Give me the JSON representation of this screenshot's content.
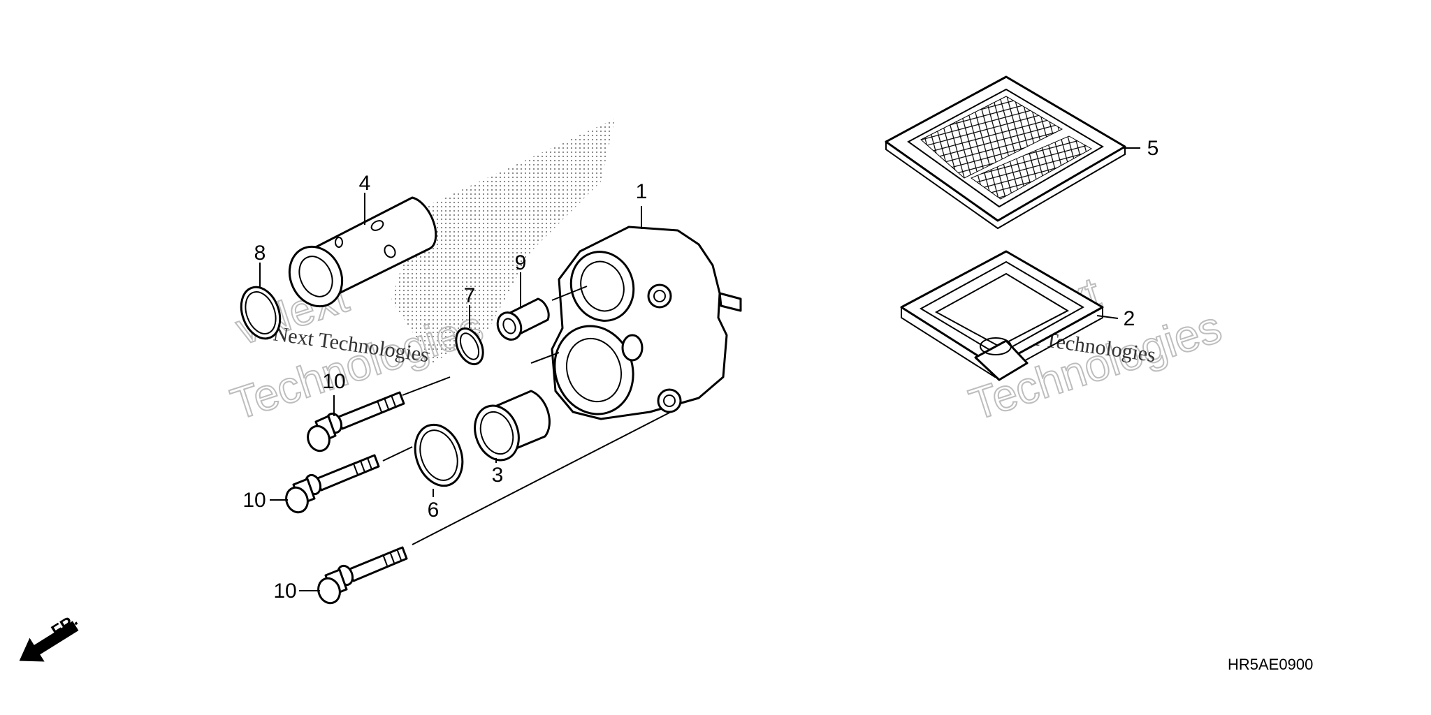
{
  "diagram_code": "HR5AE0900",
  "front_marker": "FR.",
  "callouts": {
    "c1": "1",
    "c2": "2",
    "c3": "3",
    "c4": "4",
    "c5": "5",
    "c6": "6",
    "c7": "7",
    "c8": "8",
    "c9": "9",
    "c10a": "10",
    "c10b": "10",
    "c10c": "10"
  },
  "watermarks": {
    "left_small": "vNext Technologies",
    "left_big_a": "vNext",
    "left_big_b": "Technologies",
    "right_small": "vNext Technologies",
    "right_big_a": "vNext",
    "right_big_b": "Technologies"
  }
}
